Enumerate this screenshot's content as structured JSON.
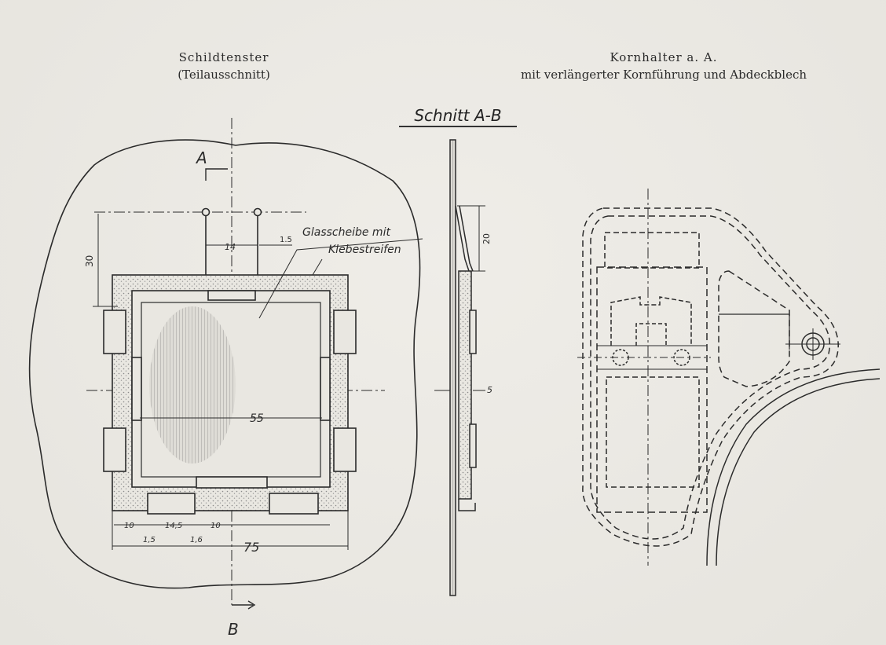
{
  "headings": {
    "left_line1": "Schildtenster",
    "left_line2": "(Teilausschnitt)",
    "right_line1": "Kornhalter a. A.",
    "right_line2": "mit verlängerter Kornführung und Abdeckblech"
  },
  "section_title": "Schnitt A-B",
  "labels": {
    "section_a": "A",
    "section_b": "B",
    "glass_line1": "Glasscheibe mit",
    "glass_line2": "Klebestreifen",
    "dim_30": "30",
    "dim_14": "14",
    "dim_1_5_top": "1.5",
    "dim_55": "55",
    "dim_75": "75",
    "dim_10_left": "10",
    "dim_14_5": "14,5",
    "dim_10_right": "10",
    "dim_1_5_bottom": "1,5",
    "dim_1_6": "1,6",
    "dim_20": "20",
    "dim_5": "5"
  },
  "colors": {
    "ink": "#2b2b2b",
    "paper": "#e9e7e1",
    "stipple": "#8a8a8a"
  }
}
